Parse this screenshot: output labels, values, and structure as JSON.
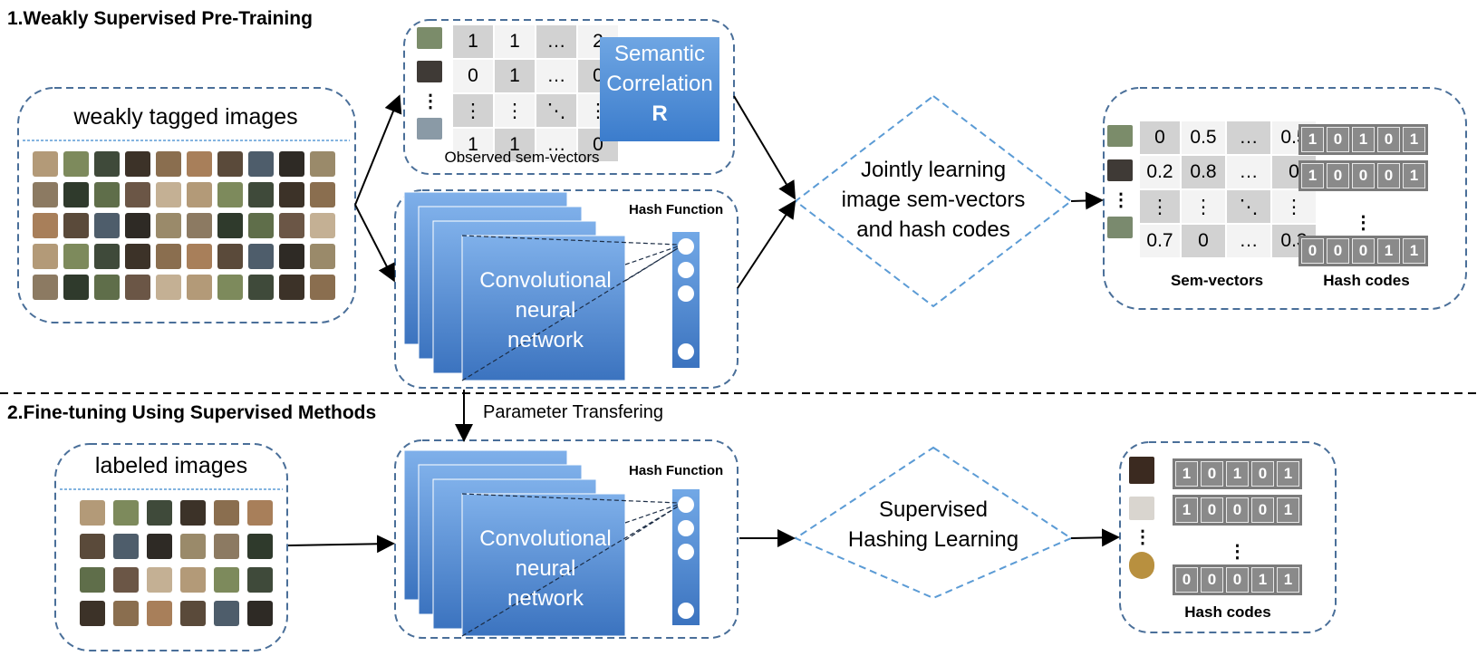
{
  "stage1": {
    "title": "1.Weakly Supervised Pre-Training",
    "input_title": "weakly tagged images",
    "matrix_rows": [
      [
        "1",
        "1",
        "…",
        "2"
      ],
      [
        "0",
        "1",
        "…",
        "0"
      ],
      [
        "⋮",
        "⋮",
        "⋱",
        "⋮"
      ],
      [
        "1",
        "1",
        "…",
        "0"
      ]
    ],
    "matrix_caption": "Observed sem-vectors",
    "semantic_box": [
      "Semantic",
      "Correlation",
      "R"
    ],
    "hash_function_label": "Hash Function",
    "cnn_label": [
      "Convolutional",
      "neural",
      "network"
    ],
    "joint_label": [
      "Jointly learning",
      "image sem-vectors",
      "and hash codes"
    ],
    "sem_rows": [
      [
        "0",
        "0.5",
        "…",
        "0.5"
      ],
      [
        "0.2",
        "0.8",
        "…",
        "0"
      ],
      [
        "⋮",
        "⋮",
        "⋱",
        "⋮"
      ],
      [
        "0.7",
        "0",
        "…",
        "0.3"
      ]
    ],
    "hash_codes": [
      [
        "1",
        "0",
        "1",
        "0",
        "1"
      ],
      [
        "1",
        "0",
        "0",
        "0",
        "1"
      ],
      [
        "0",
        "0",
        "0",
        "1",
        "1"
      ]
    ],
    "sem_caption": "Sem-vectors",
    "codes_caption": "Hash codes",
    "vdots": "⋮"
  },
  "stage2": {
    "title": "2.Fine-tuning Using Supervised Methods",
    "transfer_label": "Parameter Transfering",
    "input_title": "labeled images",
    "hash_function_label": "Hash Function",
    "cnn_label": [
      "Convolutional",
      "neural",
      "network"
    ],
    "supervised_label": [
      "Supervised",
      "Hashing Learning"
    ],
    "hash_codes": [
      [
        "1",
        "0",
        "1",
        "0",
        "1"
      ],
      [
        "1",
        "0",
        "0",
        "0",
        "1"
      ],
      [
        "0",
        "0",
        "0",
        "1",
        "1"
      ]
    ],
    "codes_caption": "Hash codes",
    "vdots": "⋮"
  },
  "colors": {
    "dashed_border": "#4a6f99",
    "diamond_border": "#5b9bd5",
    "cnn_front": "#4a86cf",
    "cnn_back": "#3e74b8"
  }
}
